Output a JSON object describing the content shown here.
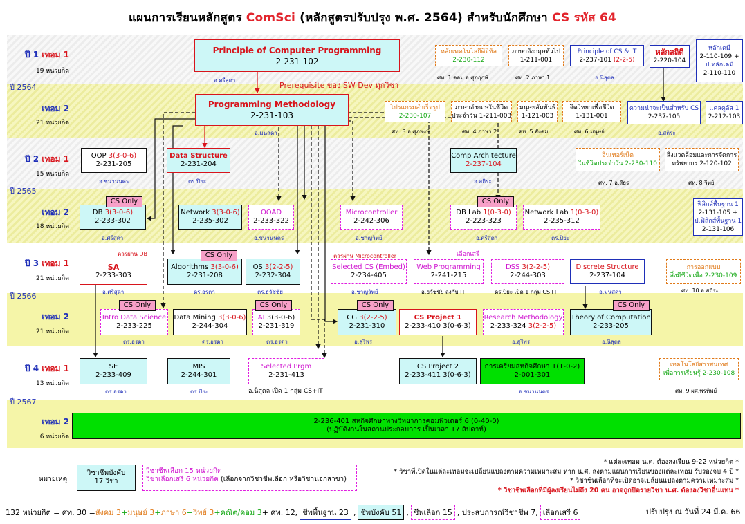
{
  "title": {
    "pre": "แผนการเรียนหลักสูตร ",
    "comsci": "ComSci",
    "mid": " (หลักสูตรปรับปรุง พ.ศ. 2564)  สำหรับนักศึกษา ",
    "cs": "CS รหัส 64"
  },
  "rows": [
    {
      "year": "ปี 1",
      "term": "เทอม 1",
      "credits": "19 หน่วยกิต"
    },
    {
      "year": "",
      "term": "เทอม 2",
      "credits": "21 หน่วยกิต"
    },
    {
      "year": "ปี 2",
      "term": "เทอม 1",
      "credits": "15 หน่วยกิต"
    },
    {
      "year": "",
      "term": "เทอม 2",
      "credits": "18 หน่วยกิต"
    },
    {
      "year": "ปี 3",
      "term": "เทอม 1",
      "credits": "21 หน่วยกิต"
    },
    {
      "year": "",
      "term": "เทอม 2",
      "credits": "21 หน่วยกิต"
    },
    {
      "year": "ปี 4",
      "term": "เทอม 1",
      "credits": "13 หน่วยกิต"
    },
    {
      "year": "",
      "term": "เทอม 2",
      "credits": "6 หน่วยกิต"
    }
  ],
  "years": [
    "ปี 2564",
    "ปี 2565",
    "ปี 2566",
    "ปี 2567"
  ],
  "courses": {
    "pcp": {
      "name": "Principle of Computer Programming",
      "code": "2-231-102",
      "note": "อ.ศรีสุดา"
    },
    "prereq": "Prerequisite ของ SW Dev ทุกวิชา",
    "y1t1": [
      {
        "l1": "หลักเทคโนโลยีดิจิทัล",
        "l2": "2-230-112",
        "note": "ศท. 1 คอม  อ.ศุภฤกษ์"
      },
      {
        "l1": "ภาษาอังกฤษทั่วไป",
        "l2": "1-211-001",
        "note": "ศท. 2 ภาษา 1"
      },
      {
        "l1": "Principle of CS & IT",
        "l2": "2-237-101",
        "l2b": "(2-2-5)",
        "note": "อ.นิสุดล"
      },
      {
        "l1": "หลักสถิติ",
        "l2": "2-220-104"
      },
      {
        "l1": "หลักเคมี",
        "l2": "2-110-109 +",
        "l3": "ป.หลักเคมี",
        "l4": "2-110-110"
      }
    ],
    "pm": {
      "name": "Programming Methodology",
      "code": "2-231-103",
      "note": "อ.มนสดา"
    },
    "y1t2": [
      {
        "l1": "โปรแกรมสำเร็จรูป",
        "l2": "2-230-107",
        "note": "ศท. 3 อ.ศุภพงษ์"
      },
      {
        "l1": "ภาษาอังกฤษในชีวิต",
        "l2": "ประจำวัน 1-211-003",
        "note": "ศท. 4 ภาษา 2"
      },
      {
        "l1": "มนุษยสัมพันธ์",
        "l2": "1-121-003",
        "note": "ศท. 5 สังคม"
      },
      {
        "l1": "จิตวิทยาเพื่อชีวิต",
        "l2": "1-131-001",
        "note": "ศท. 6 มนุษย์"
      },
      {
        "l1": "ความน่าจะเป็นสำหรับ CS",
        "l2": "2-237-105",
        "note": "อ.สถิระ"
      },
      {
        "l1": "แคลคูลัส 1",
        "l2": "2-212-103"
      }
    ],
    "oop": {
      "name": "OOP ",
      "cred": "3(3-0-6)",
      "code": "2-231-205",
      "note": "อ.ชนานนคร"
    },
    "ds": {
      "name": "Data Structure",
      "code": "2-231-204",
      "note": "ดร.ปิยะ"
    },
    "ca": {
      "name": "Comp Architecture",
      "code": "2-237-104",
      "note": "อ.สถิระ"
    },
    "y2t1": [
      {
        "l1": "อินเทอร์เน็ต",
        "l2": "ในชีวิตประจำวัน 2-230-110",
        "note": "ศท. 7 อ.สีธร"
      },
      {
        "l1": "สิ่งแวดล้อมและการจัดการ",
        "l2": "ทรัพยากร 2-120-102",
        "note": "ศท. 8 วิทย์"
      }
    ],
    "db": {
      "tag": "CS Only",
      "name": "DB ",
      "cred": "3(3-0-6)",
      "code": "2-233-302",
      "note": "อ.ศรีสุดา"
    },
    "net": {
      "name": "Network ",
      "cred": "3(3-0-6)",
      "code": "2-235-302"
    },
    "ooad": {
      "name": "OOAD",
      "code": "2-233-322",
      "note": "อ.ชนานนคร"
    },
    "micro": {
      "name": "Microcontroller",
      "code": "2-242-306",
      "note": "อ.ชาญวิทย์"
    },
    "dblab": {
      "tag": "CS Only",
      "name": "DB Lab ",
      "cred": "1(0-3-0)",
      "code": "2-223-323",
      "note": "อ.ศรีสุดา"
    },
    "netlab": {
      "name": "Network Lab ",
      "cred": "1(0-3-0)",
      "code": "2-235-312",
      "note": "ดร.ปิยะ"
    },
    "phys": {
      "l1": "ฟิสิกส์พื้นฐาน 1",
      "l2": "2-131-105 +",
      "l3": "ป.ฟิสิกส์พื้นฐาน 1",
      "l4": "2-131-106"
    },
    "sa": {
      "name": "SA",
      "code": "2-233-303",
      "note": "อ.ศรีสุดา",
      "pre": "ควรผ่าน DB"
    },
    "alg": {
      "tag": "CS Only",
      "name": "Algorithms ",
      "cred": "3(3-0-6)",
      "code": "2-231-208",
      "note": "ดร.อรดา"
    },
    "os": {
      "name": "OS ",
      "cred": "3(2-2-5)",
      "code": "2-232-304",
      "note": "ดร.ธวัชชัย"
    },
    "selcs": {
      "name": "Selected CS (Embed)",
      "code": "2-234-405",
      "note": "อ.ชาญวิทย์",
      "pre": "ควรผ่าน Microcontroller"
    },
    "web": {
      "name": "Web Programming",
      "code": "2-241-215",
      "note": "อ.ธวัชชัย    ลงกับ IT",
      "pre": "เลือกเสรี"
    },
    "dss": {
      "name": "DSS   ",
      "cred": "3(2-2-5)",
      "code": "2-244-303",
      "note": "ดร.ปิยะ  เปิด 1 กลุ่ม  CS+IT"
    },
    "discrete": {
      "name": "Discrete Structure",
      "code": "2-237-104",
      "note": "อ.มนสดา"
    },
    "design": {
      "l1": "การออกแบบ",
      "l2": "สิ่งมีชีวิตเพื่อ 2-230-109",
      "note": "ศท. 10   อ.สถิระ"
    },
    "ids": {
      "tag": "CS Only",
      "name": "Intro Data Science",
      "code": "2-233-225",
      "note": "ดร.อรดา"
    },
    "dm": {
      "name": "Data Mining ",
      "cred": "3(3-0-6)",
      "code": "2-244-304",
      "note": "ดร.อรดา"
    },
    "ai": {
      "tag": "CS Only",
      "name": "AI ",
      "cred": "3(3-0-6)",
      "code": "2-231-319",
      "note": "ดร.อรดา"
    },
    "cg": {
      "tag": "CS Only",
      "name": "CG ",
      "cred": "3(2-2-5)",
      "code": "2-231-310",
      "note": "อ.สุริพร"
    },
    "csp1": {
      "name": "CS Project 1",
      "code": "2-233-410  3(0-6-3)"
    },
    "rm": {
      "name": "Research Methodology",
      "code": "2-233-324 ",
      "cred": "3(2-2-5)",
      "note": "อ.สุริพร"
    },
    "toc": {
      "tag": "CS Only",
      "name": "Theory of Computation",
      "code": "2-233-205",
      "note": "อ.นิสุดล"
    },
    "se": {
      "name": "SE",
      "code": "2-233-409",
      "note": "ดร.อรดา"
    },
    "mis": {
      "name": "MIS",
      "code": "2-244-301",
      "note": "ดร.ปิยะ"
    },
    "selp": {
      "name": "Selected Prgm",
      "code": "2-231-413",
      "note": "อ.นิสุดล  เปิด 1 กลุ่ม CS+IT"
    },
    "csp2": {
      "name": "CS Project 2",
      "code": "2-233-411  3(0-6-3)",
      "note": "อ.ชนานนคร"
    },
    "prep": {
      "name": "การเตรียมสหกิจศึกษา 1(1-0-2)",
      "code": "2-001-301"
    },
    "tech": {
      "l1": "เทคโนโลยีสารสนเทศ",
      "l2": "เพื่อการเรียนรู้ 2-230-108",
      "note": "ศท. 9    ผศ.พรทิพย์"
    },
    "coop": {
      "l1": "2-236-401  สหกิจศึกษาทางวิทยาการคอมพิวเตอร์  6 (0-40-0)",
      "l2": "(ปฏิบัติงานในสถานประกอบการ เป็นเวลา 17 สัปดาห์)"
    }
  },
  "legend": {
    "label": "หมายเหตุ",
    "req1": "วิชาชีพบังคับ",
    "req2": "17 วิชา",
    "el1": "วิชาชีพเลือก  15 หน่วยกิต",
    "el2": "วิชาเลือกเสรี  6 หน่วยกิต",
    "el3": "(เลือกจากวิชาชีพเลือก หรือวิชานอกสาขา)"
  },
  "notes": [
    "* แต่ละเทอม น.ศ. ต้องลงเรียน 9-22 หน่วยกิต *",
    "* วิชาที่เปิดในแต่ละเทอมจะเปลี่ยนแปลงตามความเหมาะสม  หาก น.ศ. ลงตามแผนการเรียนของแต่ละเทอม รับรองจบ 4 ปี *",
    "* วิชาชีพเลือกที่จะเปิดอาจเปลี่ยนแปลงตามความเหมาะสม *",
    "* วิชาชีพเลือกที่มีผู้ลงเรียนไม่ถึง 20 คน อาจถูกปิดรายวิชา น.ศ. ต้องลงวิชาอื่นแทน *"
  ],
  "footer": {
    "a": "132 หน่วยกิต = ศท. 30 = ",
    "soc": "สังคม 3",
    "plus1": " + ",
    "hum": "มนุษย์ 3",
    "plus2": " + ",
    "lang": "ภาษา 6",
    "plus3": " + ",
    "sci": "วิทย์ 3",
    "plus4": " + ",
    "math": "คณิต/คอม 3",
    "plus5": " + ศท. 12,",
    "base": "ชีพพื้นฐาน 23",
    "req": "ชีพบังคับ 51",
    "elec": "ชีพเลือก 15",
    "exp": ", ประสบการณ์วิชาชีพ 7,",
    "free": "เลือกเสรี 6",
    "upd": "ปรับปรุง ณ วันที่ 24 มี.ค. 66"
  },
  "colors": {
    "red": "#d8141c",
    "blue": "#1f2fb8",
    "magenta": "#e01ee0",
    "orange": "#e07a1a",
    "green": "#00e000",
    "cyan": "#cdf7f7"
  }
}
